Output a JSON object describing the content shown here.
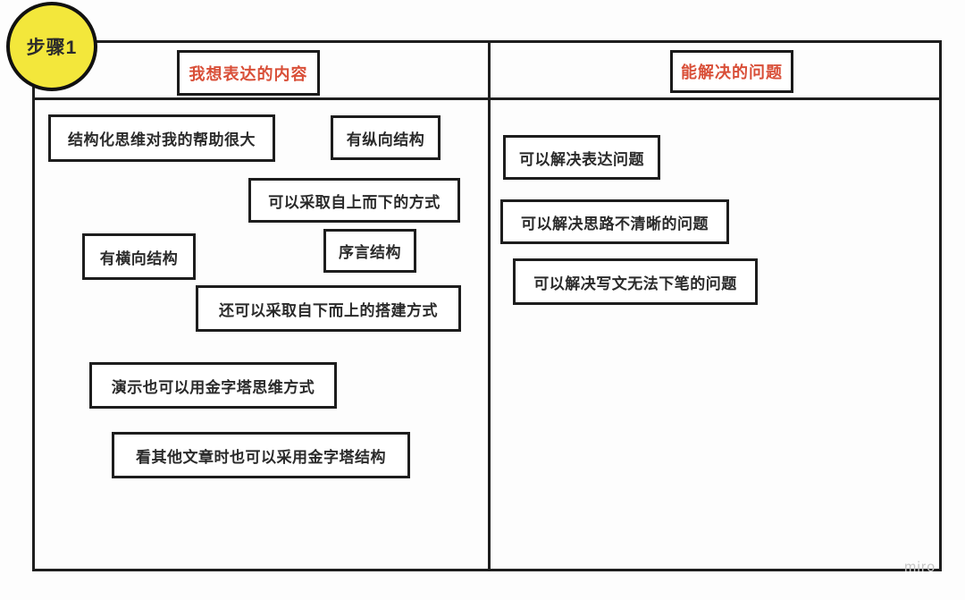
{
  "badge": {
    "label": "步骤1"
  },
  "columns": [
    {
      "header": "我想表达的内容",
      "notes": [
        "结构化思维对我的帮助很大",
        "有纵向结构",
        "可以采取自上而下的方式",
        "有横向结构",
        "序言结构",
        "还可以采取自下而上的搭建方式",
        "演示也可以用金字塔思维方式",
        "看其他文章时也可以采用金字塔结构"
      ]
    },
    {
      "header": "能解决的问题",
      "notes": [
        "可以解决表达问题",
        "可以解决思路不清晰的问题",
        "可以解决写文无法下笔的问题"
      ]
    }
  ],
  "watermark": "miro",
  "colors": {
    "header_text": "#d94f38",
    "badge_fill": "#f3e73b",
    "stroke": "#1e1e1e",
    "background": "#fdfdfd"
  }
}
